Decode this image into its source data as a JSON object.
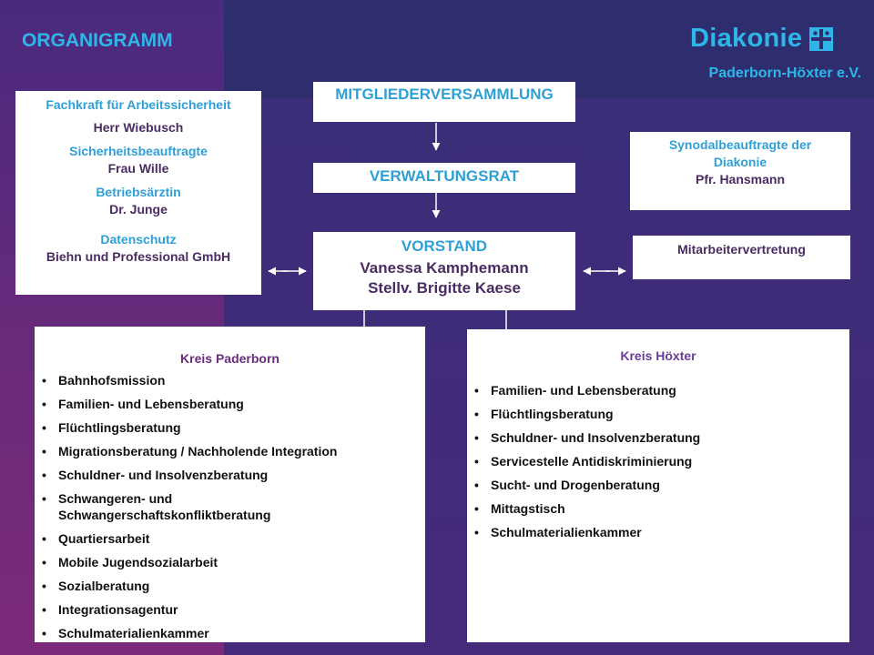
{
  "header": {
    "title": "ORGANIGRAMM",
    "logo_word": "Diakonie",
    "logo_sub": "Paderborn-Höxter e.V."
  },
  "mitgliederversammlung": "MITGLIEDERVERSAMMLUNG",
  "verwaltungsrat": "VERWALTUNGSRAT",
  "vorstand": {
    "title": "VORSTAND",
    "line1": "Vanessa Kamphemann",
    "line2": "Stellv. Brigitte Kaese"
  },
  "fachkraft": {
    "role1": "Fachkraft für Arbeitssicherheit",
    "name1": "Herr Wiebusch",
    "role2": "Sicherheitsbeauftragte",
    "name2": "Frau Wille",
    "role3": "Betriebsärztin",
    "name3": "Dr. Junge",
    "role4": "Datenschutz",
    "name4": "Biehn und Professional GmbH"
  },
  "synodal": {
    "line1": "Synodalbeauftragte der",
    "line2": "Diakonie",
    "name": "Pfr. Hansmann"
  },
  "mitarbeitervertretung": "Mitarbeitervertretung",
  "kreis_paderborn": {
    "title": "Kreis Paderborn",
    "items": [
      "Bahnhofsmission",
      "Familien- und Lebensberatung",
      "Flüchtlingsberatung",
      "Migrationsberatung / Nachholende Integration",
      "Schuldner- und Insolvenzberatung",
      "Schwangeren- und Schwangerschaftskonfliktberatung",
      "Quartiersarbeit",
      "Mobile Jugendsozialarbeit",
      "Sozialberatung",
      "Integrationsagentur",
      "Schulmaterialienkammer"
    ]
  },
  "kreis_hoexter": {
    "title": "Kreis Höxter",
    "items": [
      "Familien- und Lebensberatung",
      "Flüchtlingsberatung",
      "Schuldner- und Insolvenzberatung",
      "Servicestelle Antidiskriminierung",
      "Sucht- und Drogenberatung",
      "Mittagstisch",
      "Schulmaterialienkammer"
    ]
  },
  "colors": {
    "accent": "#2fb6e9",
    "heading_purple": "#6a2c7d",
    "background": "#3e2a78"
  }
}
